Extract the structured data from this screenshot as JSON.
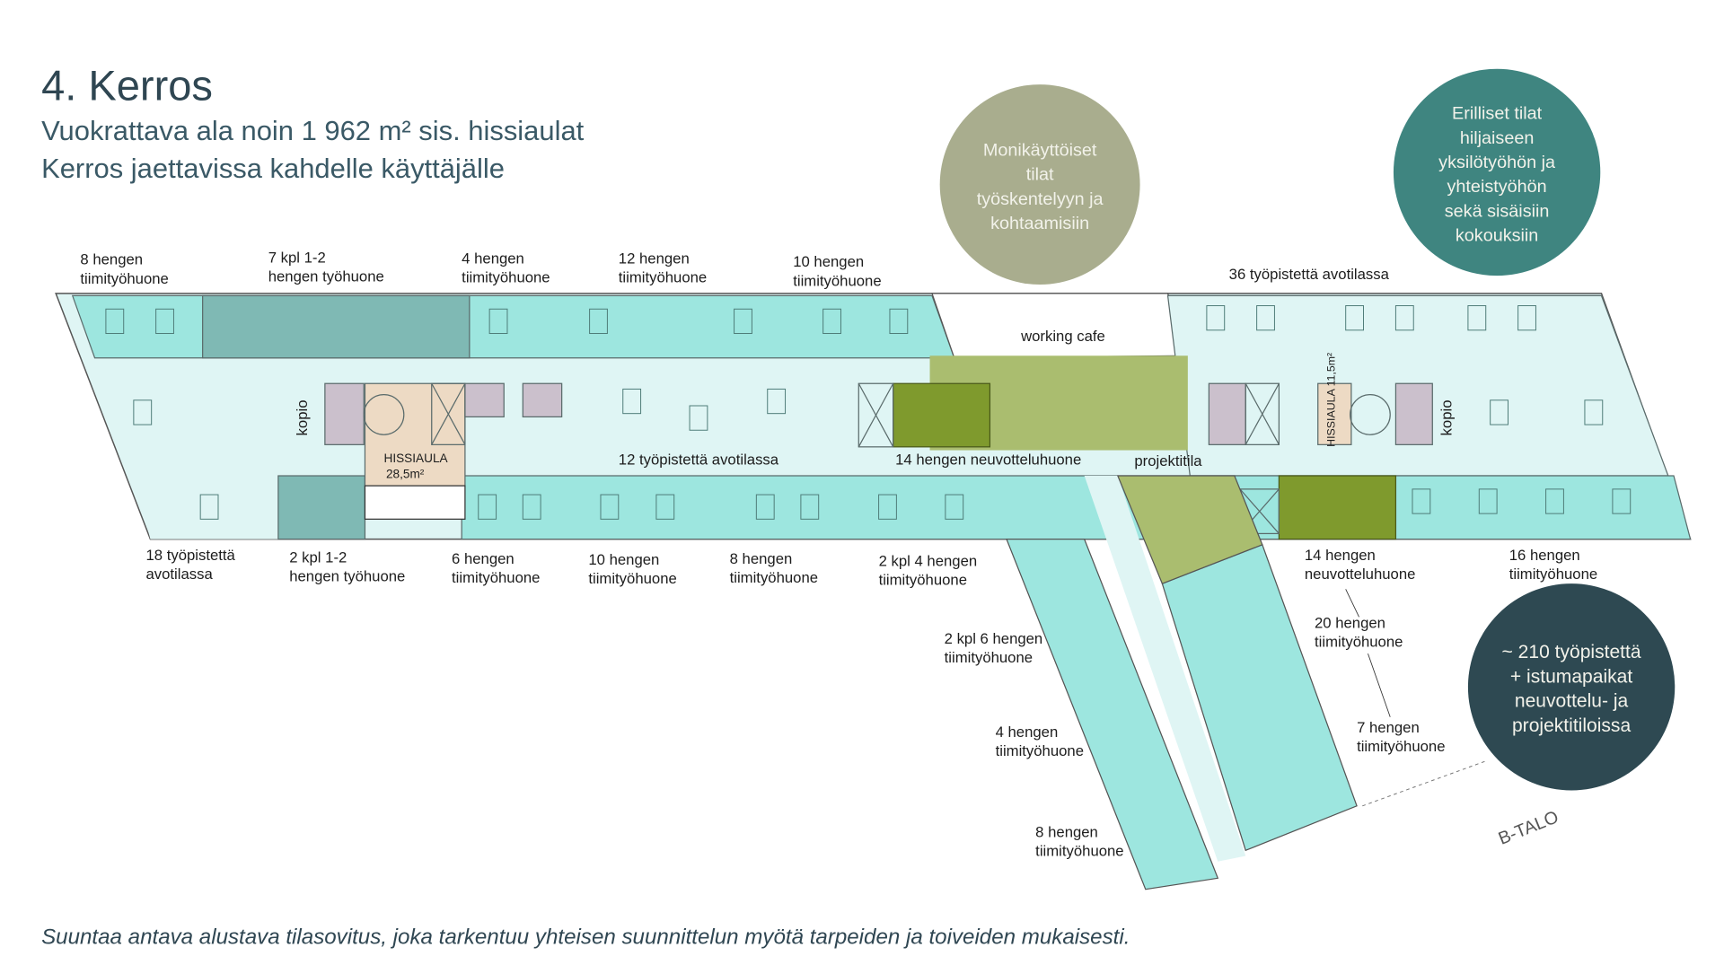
{
  "header": {
    "title": "4. Kerros",
    "subtitle_1": "Vuokrattava ala noin 1 962 m² sis. hissiaulat",
    "subtitle_2": "Kerros jaettavissa kahdelle käyttäjälle"
  },
  "bubbles": [
    {
      "lines": [
        "Monikäyttöiset",
        "tilat",
        "työskentelyyn ja",
        "kohtaamisiin"
      ],
      "color": "#a9ad8e"
    },
    {
      "lines": [
        "Erilliset tilat",
        "hiljaiseen",
        "yksilötyöhön ja",
        "yhteistyöhön",
        "sekä sisäisiin",
        "kokouksiin"
      ],
      "color": "#3f8580"
    },
    {
      "lines": [
        "~ 210 työpistettä",
        "+ istumapaikat",
        "neuvottelu- ja",
        "projektitiloissa"
      ],
      "color": "#2e4952"
    }
  ],
  "labels": {
    "top": [
      [
        "8 hengen",
        "tiimityöhuone"
      ],
      [
        "7 kpl 1-2",
        "hengen työhuone"
      ],
      [
        "4 hengen",
        "tiimityöhuone"
      ],
      [
        "12 hengen",
        "tiimityöhuone"
      ],
      [
        "10 hengen",
        "tiimityöhuone"
      ]
    ],
    "open_36": "36 työpistettä avotilassa",
    "working_cafe": "working cafe",
    "open_12": "12 työpistettä avotilassa",
    "meeting_14": "14 hengen neuvotteluhuone",
    "project": "projektitila",
    "lobby_left": [
      "HISSIAULA",
      "28,5m²"
    ],
    "lobby_right": "HISSIAULA 11,5m²",
    "kopio": "kopio",
    "bottom": [
      [
        "18 työpistettä",
        "avotilassa"
      ],
      [
        "2 kpl 1-2",
        "hengen työhuone"
      ],
      [
        "6 hengen",
        "tiimityöhuone"
      ],
      [
        "10 hengen",
        "tiimityöhuone"
      ],
      [
        "8 hengen",
        "tiimityöhuone"
      ],
      [
        "2 kpl 4 hengen",
        "tiimityöhuone"
      ],
      [
        "14 hengen",
        "neuvotteluhuone"
      ],
      [
        "16 hengen",
        "tiimityöhuone"
      ]
    ],
    "wing": [
      [
        "2 kpl 6 hengen",
        "tiimityöhuone"
      ],
      [
        "20 hengen",
        "tiimityöhuone"
      ],
      [
        "4 hengen",
        "tiimityöhuone"
      ],
      [
        "7 hengen",
        "tiimityöhuone"
      ],
      [
        "8 hengen",
        "tiimityöhuone"
      ]
    ],
    "b_talo": "B-TALO"
  },
  "footer": "Suuntaa antava alustava tilasovitus, joka tarkentuu yhteisen suunnittelun myötä tarpeiden ja toiveiden mukaisesti.",
  "colors": {
    "room": "#9de6df",
    "corridor": "#dff5f4",
    "private": "#7fb9b4",
    "olive": "#aabd6f",
    "olive_dark": "#7f9a2d",
    "wc": "#cbc0cc",
    "lobby": "#eddac4"
  }
}
